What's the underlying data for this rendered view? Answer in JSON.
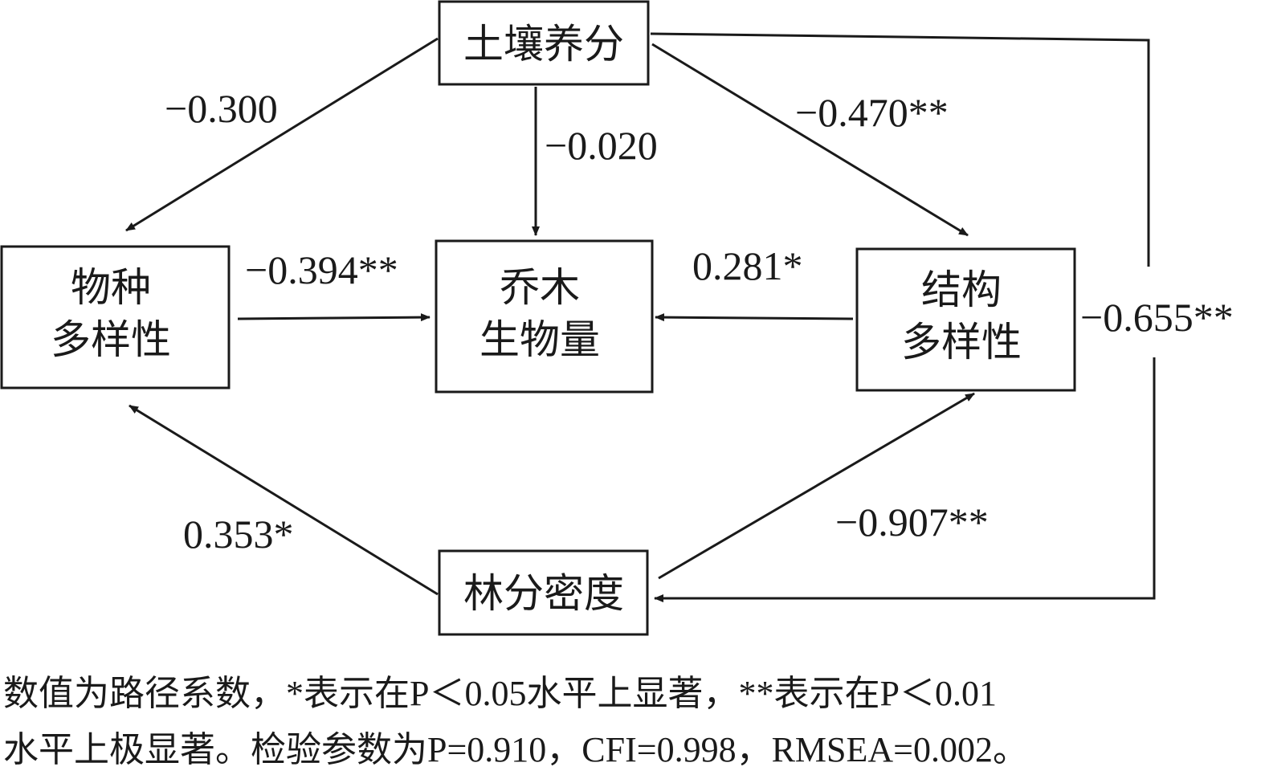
{
  "nodes": {
    "soil": [
      "土壤养分"
    ],
    "species": [
      "物种",
      "多样性"
    ],
    "biomass": [
      "乔木",
      "生物量"
    ],
    "structure": [
      "结构",
      "多样性"
    ],
    "density": [
      "林分密度"
    ]
  },
  "paths": {
    "soil_species": "−0.300",
    "soil_biomass": "−0.020",
    "soil_structure": "−0.470**",
    "species_biomass": "−0.394**",
    "structure_biomass": "0.281*",
    "density_species": "0.353*",
    "density_structure": "−0.907**",
    "soil_density": "−0.655**"
  },
  "caption": {
    "line1": "数值为路径系数，*表示在P＜0.05水平上显著，**表示在P＜0.01",
    "line2": "水平上极显著。检验参数为P=0.910，CFI=0.998，RMSEA=0.002。"
  }
}
